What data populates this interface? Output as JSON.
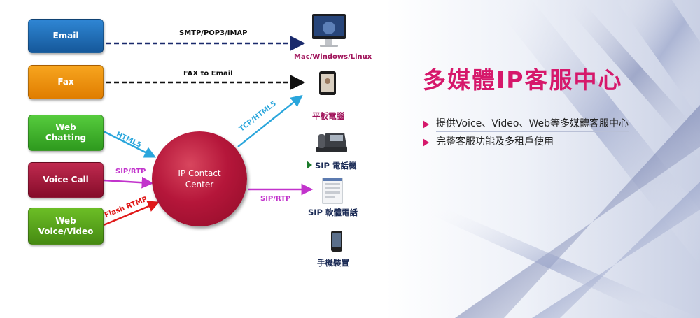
{
  "sources": [
    {
      "id": "email",
      "label": "Email",
      "color": "#1f6fb8"
    },
    {
      "id": "fax",
      "label": "Fax",
      "color": "#f08c00"
    },
    {
      "id": "web-chatting",
      "label": "Web\nChatting",
      "color": "#3db82b"
    },
    {
      "id": "voice-call",
      "label": "Voice Call",
      "color": "#a3163a"
    },
    {
      "id": "web-voice-video",
      "label": "Web\nVoice/Video",
      "color": "#56a31b"
    }
  ],
  "hub": {
    "label": "IP Contact\nCenter",
    "color": "#b5163a"
  },
  "connections": {
    "email_protocol": "SMTP/POP3/IMAP",
    "fax_protocol": "FAX to Email",
    "chat_protocol": "HTML5",
    "voice_protocol": "SIP/RTP",
    "video_protocol": "Flash RTMP",
    "tablet_protocol": "TCP/HTML5",
    "softphone_protocol": "SIP/RTP"
  },
  "devices": {
    "computer": "Mac/Windows/Linux",
    "tablet": "平板電腦",
    "sip_phone": "SIP 電話機",
    "softphone": "SIP 軟體電話",
    "mobile": "手機裝置"
  },
  "title": "多媒體IP客服中心",
  "bullets": [
    "提供Voice、Video、Web等多媒體客服中心",
    "完整客服功能及多租戶使用"
  ],
  "colors": {
    "accent": "#d6186b",
    "device_label": "#a0125a",
    "dark_label": "#1a2a55",
    "chat_arrow": "#2aa6dc",
    "voice_arrow": "#c233cc",
    "video_arrow": "#e01818"
  }
}
